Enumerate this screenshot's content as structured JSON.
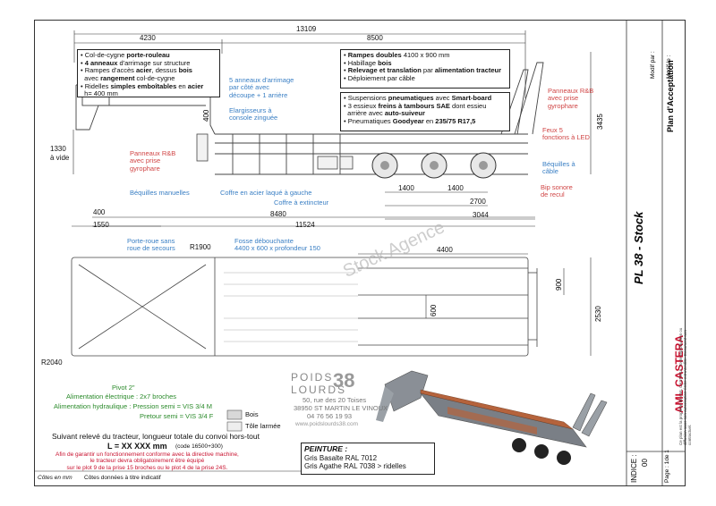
{
  "dims": {
    "total_length": "13109",
    "gooseneck_len": "4230",
    "platform_len": "8500",
    "height_right": "3435",
    "deck_h_empty": "1330",
    "deck_h_empty_note": "à vide",
    "gooseneck_step": "400",
    "axle_spacing_1": "1400",
    "axle_spacing_2": "1400",
    "wheelbase_rear": "2700",
    "rear_overhang": "3044",
    "front_400": "400",
    "front_1550": "1550",
    "kingpin_len": "8480",
    "overall_11524": "11524",
    "radius_1900": "R1900",
    "radius_2040": "R2040",
    "top_4400": "4400",
    "width_900": "900",
    "width_2530": "2530",
    "width_600": "600"
  },
  "left_box": {
    "l1a": "Col-de-cygne ",
    "l1b": "porte-rouleau",
    "l2a": "4 anneaux",
    "l2b": " d'arrimage sur structure",
    "l3a": "Rampes d'accès ",
    "l3b": "acier",
    "l3c": ", dessus ",
    "l3d": "bois",
    "l4a": "avec ",
    "l4b": "rangement",
    "l4c": " col-de-cygne",
    "l5a": "Ridelles ",
    "l5b": "simples emboîtables",
    "l5c": " en ",
    "l5d": "acier",
    "l6": "h= 400  mm"
  },
  "right_box1": {
    "l1a": "Rampes doubles",
    "l1b": " 4100 x 900 mm",
    "l2a": "Habillage ",
    "l2b": "bois",
    "l3a": "Relevage et translation",
    "l3b": " par ",
    "l3c": "alimentation tracteur",
    "l4": "Déploiement par câble"
  },
  "right_box2": {
    "l1a": "Suspensions ",
    "l1b": "pneumatiques",
    "l1c": " avec ",
    "l1d": "Smart-board",
    "l2a": "3 essieux ",
    "l2b": "freins à tambours SAE",
    "l2c": " dont essieu",
    "l3a": "arrière avec ",
    "l3b": "auto-suiveur",
    "l4a": "Pneumatiques ",
    "l4b": "Goodyear",
    "l4c": " en ",
    "l4d": "235/75 R17,5"
  },
  "callouts_blue": {
    "anneaux": [
      "5 anneaux d'arrimage",
      "par côté avec",
      "découpe + 1 arrière"
    ],
    "elargisseurs": [
      "Elargisseurs à",
      "console zinguée"
    ],
    "bequilles_man": "Béquilles manuelles",
    "coffre_acier": "Coffre en acier laqué à gauche",
    "coffre_ext": "Coffre à extincteur",
    "bequilles_cable": [
      "Béquilles à",
      "câble"
    ],
    "porte_roue": [
      "Porte-roue sans",
      "roue de secours"
    ],
    "fosse": [
      "Fosse débouchante",
      "4400 x 600 x profondeur 150"
    ]
  },
  "callouts_red": {
    "panneaux_right": [
      "Panneaux R&B",
      "avec prise",
      "gyrophare"
    ],
    "panneaux_left": [
      "Panneaux R&B",
      "avec prise",
      "gyrophare"
    ],
    "feux": [
      "Feux 5",
      "fonctions à LED"
    ],
    "bip": [
      "Bip sonore",
      "de recul"
    ]
  },
  "bottom_left": {
    "pivot": "Pivot 2\"",
    "alim_elec": "Alimentation électrique : 2x7 broches",
    "alim_hydro": "Alimentation hydraulique : Pression semi = VIS 3/4 M",
    "pretour": "Pretour semi = VIS 3/4 F",
    "legend_bois": "Bois",
    "legend_tole": "Tôle larmée",
    "relevé": "Suivant relevé du tracteur, longueur totale du convoi hors-tout",
    "l_value": "L = XX XXX mm",
    "code": "(code 16500+300)",
    "warning": [
      "Afin de garantir un fonctionnement conforme avec la directive machine,",
      "le tracteur devra obligatoirement être équipé",
      "sur le plot 9 de la prise 15 broches ou le plot 4 de la prise 24S."
    ],
    "cotes_label": "Côtes en mm",
    "cotes_note": "Côtes données à titre indicatif"
  },
  "peinture": {
    "title": "PEINTURE :",
    "l1": "Gris Basalte RAL 7012",
    "l2": "Gris Agathe RAL 7038 > ridelles"
  },
  "watermark": {
    "line1": "POIDS",
    "line2": "LOURDS",
    "logo_num": "38",
    "addr1": "50, rue des 20 Toises",
    "addr2": "38950 ST MARTIN LE VINOUX",
    "phone": "04 76 56 19 93",
    "web": "www.poidslourds38.com",
    "diag": "Stock Agence"
  },
  "title_block": {
    "model": "PL 38 - Stock",
    "plan": "Plan d'Acceptation",
    "modif_par": "Modif par :",
    "modif_le": "Modif le :",
    "indice_label": "INDICE :",
    "indice_val": "00",
    "page": "Page : 1de 1",
    "brand": "AML CASTERA",
    "copyright": "Ce plan est la propriété de AML CASTERA. Toute reproduction ou diffusion sans son autorisation écrite est interdite. Document non contractuel."
  },
  "colors": {
    "blue_callout": "#3a7fc4",
    "red_callout": "#d04545",
    "brand_red": "#c8102e",
    "deck_wood": "#b5633c"
  }
}
